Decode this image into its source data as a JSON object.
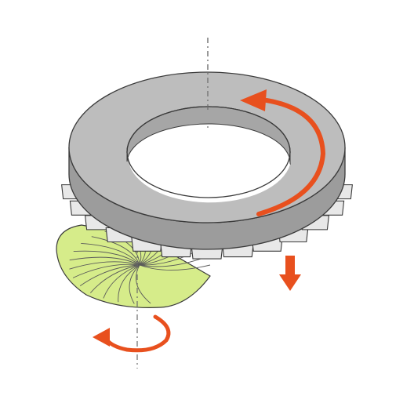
{
  "diagram": {
    "colors": {
      "background": "#ffffff",
      "ring_top": "#b8b8b8",
      "ring_side": "#9a9a9a",
      "ring_inner": "#a8a8a8",
      "outline": "#3a3a3a",
      "teeth": "#e6e6e6",
      "pad_fill": "#d6ec8a",
      "pad_lines": "#5a5a5a",
      "arrow": "#e8501e",
      "axis": "#6a6a6a"
    },
    "elements": {
      "ring": "grinding-ring",
      "segments": "grinding-segments",
      "pad": "polishing-pad",
      "rotation_arrow_ring": "curved-arrow-icon",
      "rotation_arrow_pad": "circular-arrow-icon",
      "down_arrow": "arrow-down-icon"
    }
  }
}
